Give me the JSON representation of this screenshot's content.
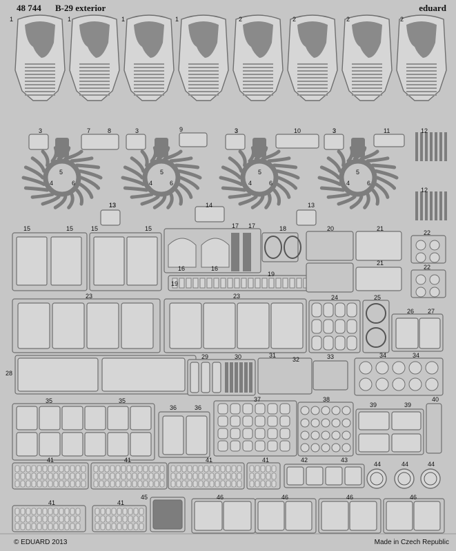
{
  "sheet": {
    "code": "48 744",
    "name": "B-29 exterior",
    "brand": "eduard",
    "copyright": "© EDUARD 2013",
    "made_in": "Made in Czech Republic"
  },
  "colors": {
    "metal": "#c6c6c6",
    "part_fill": "#d6d6d6",
    "shadow": "#7d7d7d",
    "dark": "#8a8a8a",
    "outline": "#555555"
  },
  "part_numbers": [
    "1",
    "1",
    "1",
    "1",
    "2",
    "2",
    "2",
    "2",
    "3",
    "3",
    "3",
    "3",
    "3",
    "3",
    "4",
    "4",
    "4",
    "4",
    "5",
    "5",
    "5",
    "5",
    "6",
    "6",
    "6",
    "6",
    "7",
    "8",
    "9",
    "10",
    "11",
    "12",
    "12",
    "13",
    "13",
    "13",
    "14",
    "15",
    "15",
    "15",
    "15",
    "16",
    "16",
    "17",
    "17",
    "18",
    "19",
    "19",
    "20",
    "21",
    "21",
    "22",
    "22",
    "23",
    "23",
    "24",
    "25",
    "26",
    "27",
    "28",
    "29",
    "30",
    "31",
    "32",
    "33",
    "34",
    "34",
    "35",
    "35",
    "36",
    "36",
    "37",
    "38",
    "39",
    "39",
    "40",
    "41",
    "41",
    "41",
    "41",
    "41",
    "41",
    "42",
    "43",
    "44",
    "44",
    "44",
    "45",
    "46",
    "46",
    "46",
    "46"
  ]
}
